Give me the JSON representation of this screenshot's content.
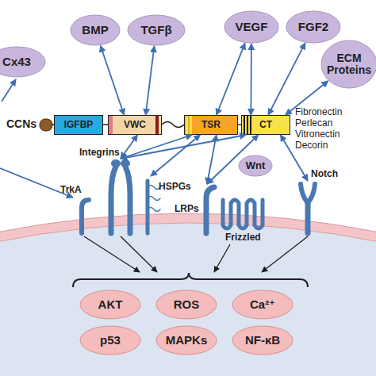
{
  "diagram": {
    "nodes": [
      {
        "text": [
          "BMP"
        ]
      },
      {
        "text": [
          "TGFβ"
        ]
      },
      {
        "text": [
          "VEGF"
        ]
      },
      {
        "text": [
          "FGF2"
        ]
      },
      {
        "text": [
          "ECM Proteins"
        ]
      },
      {
        "text": [
          "Cx43"
        ]
      },
      {
        "text": [
          "IGFBP"
        ]
      },
      {
        "text": [
          "VWC"
        ]
      },
      {
        "text": [
          "TSR"
        ]
      },
      {
        "text": [
          "CT"
        ]
      },
      {
        "text": [
          "TrkA"
        ]
      },
      {
        "text": [
          "Integrins"
        ]
      },
      {
        "text": [
          "HSPGs"
        ]
      },
      {
        "text": [
          "Wnt"
        ]
      },
      {
        "text": [
          "LRPs"
        ]
      },
      {
        "text": [
          "Frizzled"
        ]
      },
      {
        "text": [
          "Notch"
        ]
      },
      {
        "text": [
          "AKT"
        ]
      },
      {
        "text": [
          "ROS"
        ]
      },
      {
        "text": [
          "Ca²⁺"
        ]
      },
      {
        "text": [
          "p53"
        ]
      },
      {
        "text": [
          "MAPKs"
        ]
      },
      {
        "text": [
          "NF-κB"
        ]
      }
    ],
    "edges": [
      {
        "from": 0,
        "to": 7,
        "arrow": "both"
      },
      {
        "from": 1,
        "to": 7,
        "arrow": "both"
      },
      {
        "from": 2,
        "to": 8,
        "arrow": "both"
      },
      {
        "from": 2,
        "to": 9,
        "arrow": "both"
      },
      {
        "from": 3,
        "to": 9,
        "arrow": "both"
      },
      {
        "from": 4,
        "to": 9,
        "arrow": "both"
      },
      {
        "from": 7,
        "to": 11,
        "arrow": "both"
      },
      {
        "from": 8,
        "to": 11,
        "arrow": "both"
      },
      {
        "from": 9,
        "to": 11,
        "arrow": "both"
      },
      {
        "from": 8,
        "to": 12,
        "arrow": "both"
      },
      {
        "from": 8,
        "to": 14,
        "arrow": "both"
      },
      {
        "from": 9,
        "to": 14,
        "arrow": "both"
      },
      {
        "from": 9,
        "to": 16,
        "arrow": "both"
      }
    ],
    "labels": [
      "CCNs",
      "Fibronectin",
      "Perlecan",
      "Vitronectin",
      "Decorin"
    ]
  }
}
